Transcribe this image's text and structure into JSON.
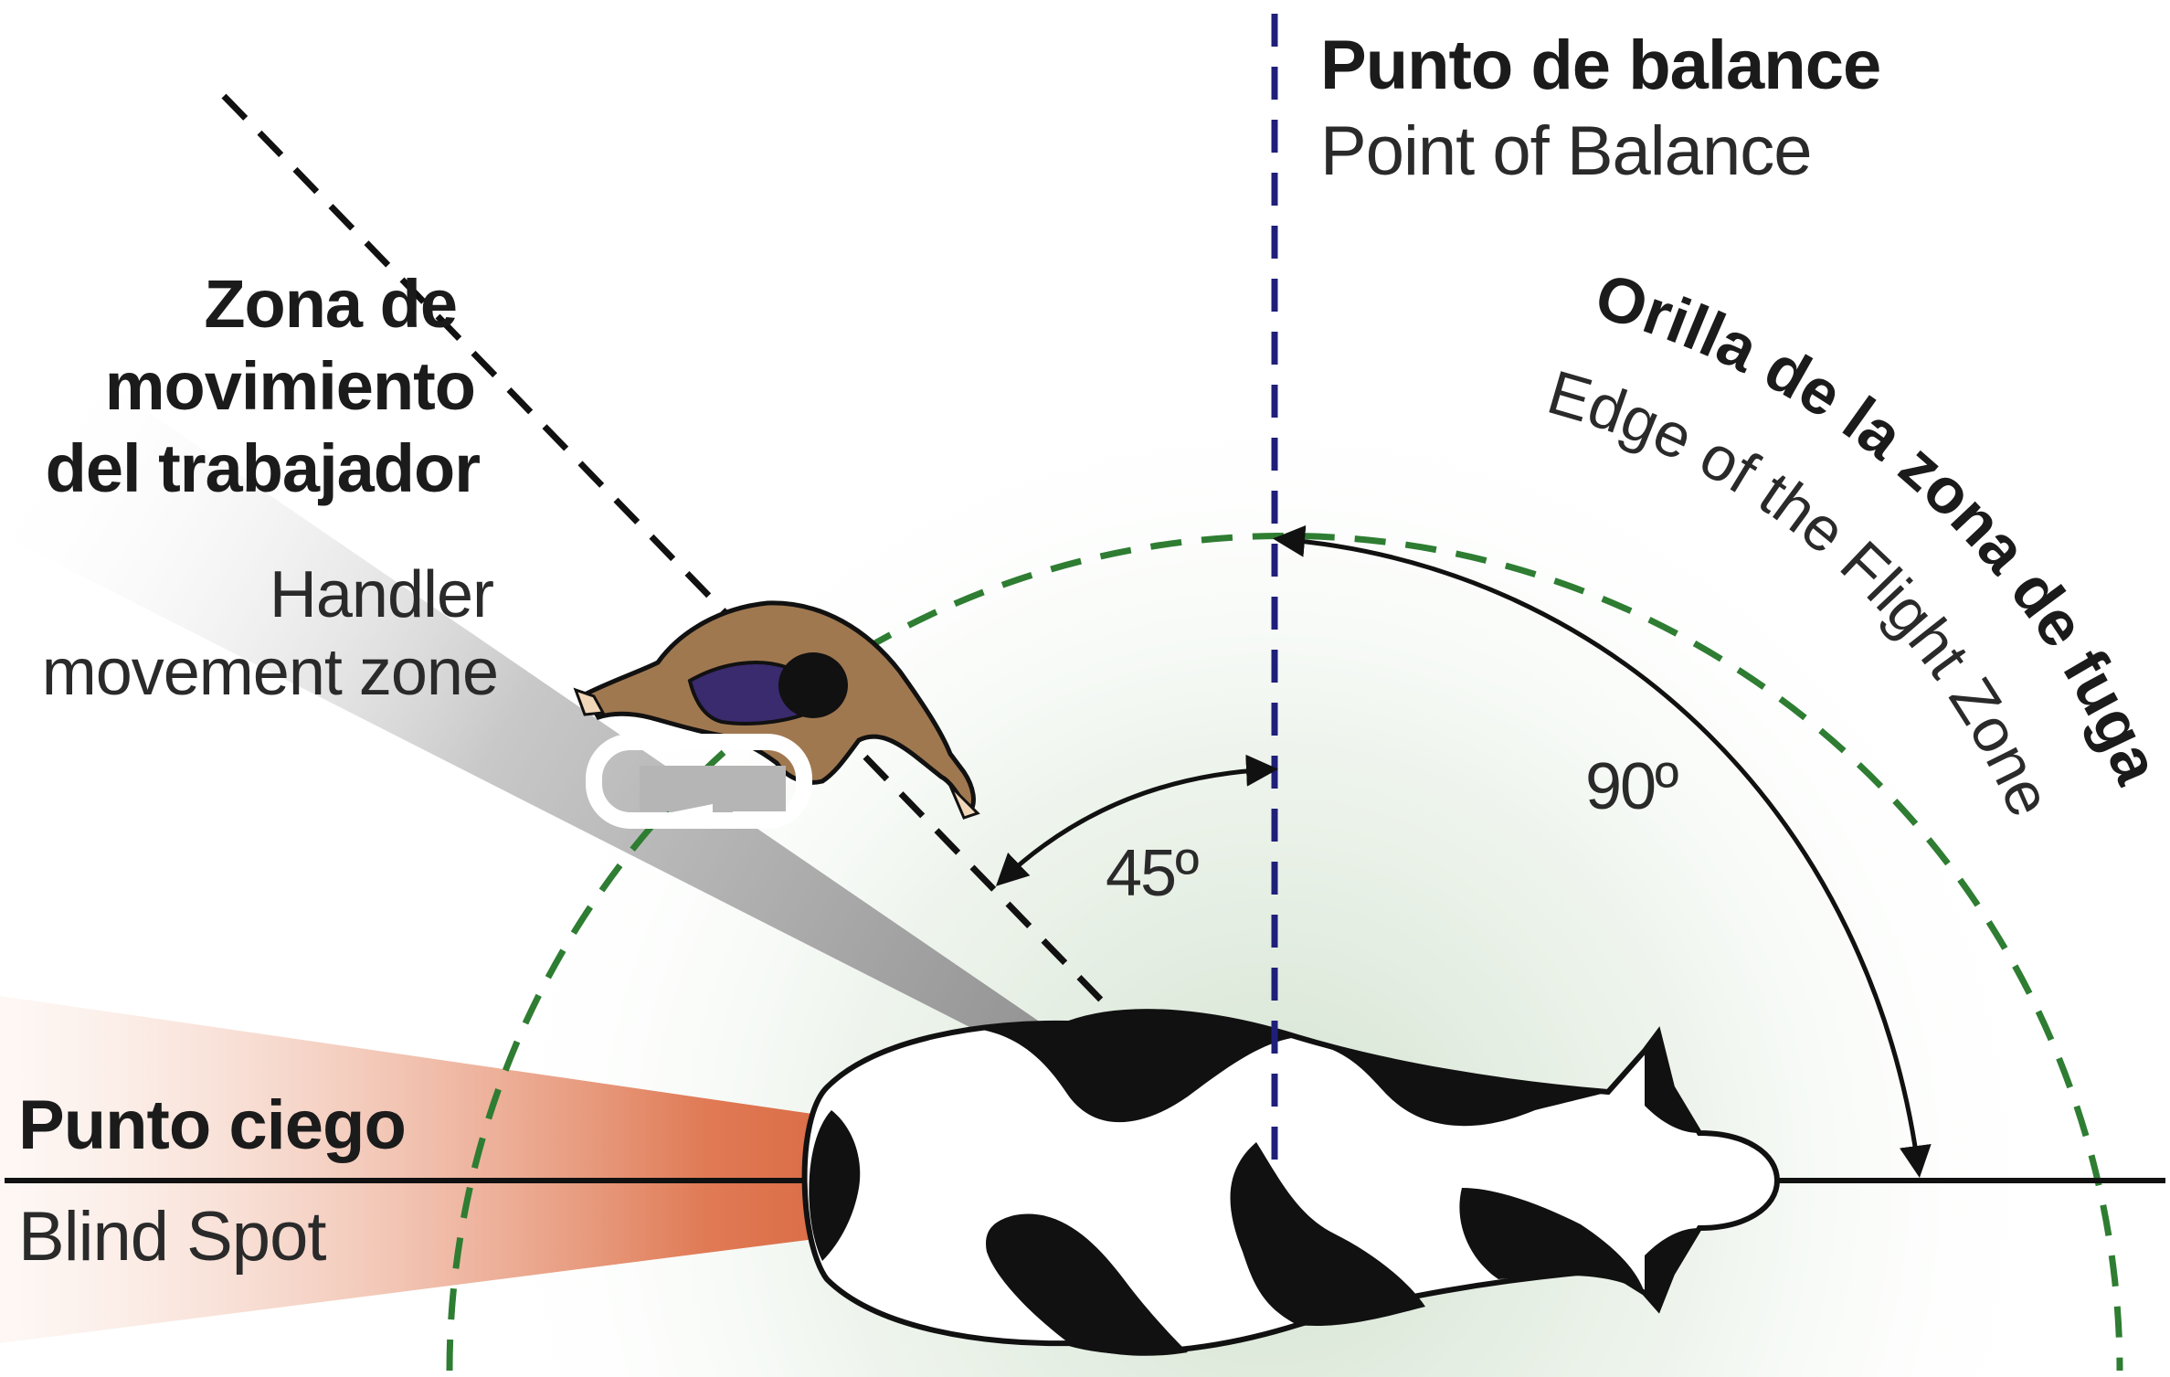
{
  "labels": {
    "balance_es": "Punto de balance",
    "balance_en": "Point of Balance",
    "handler_zone_es_1": "Zona de",
    "handler_zone_es_2": "movimiento",
    "handler_zone_es_3": "del trabajador",
    "handler_zone_en_1": "Handler",
    "handler_zone_en_2": "movement zone",
    "flight_edge_es": "Orilla de la zona de fuga",
    "flight_edge_en": "Edge of the Flight Zone",
    "blind_spot_es": "Punto ciego",
    "blind_spot_en": "Blind Spot",
    "angle_45": "45º",
    "angle_90": "90º"
  },
  "colors": {
    "balance_line": "#1f1f7a",
    "flight_zone": "#2e7d32",
    "handler_zone": "#9a9a9a",
    "blind_spot": "#c8441c",
    "handler_skin": "#a07850",
    "handler_vest": "#3a2a6e"
  },
  "icons": {
    "handler": "handler-figure-icon",
    "cow": "cow-top-view-icon",
    "movement_arrow": "repeat-arrow-icon"
  }
}
